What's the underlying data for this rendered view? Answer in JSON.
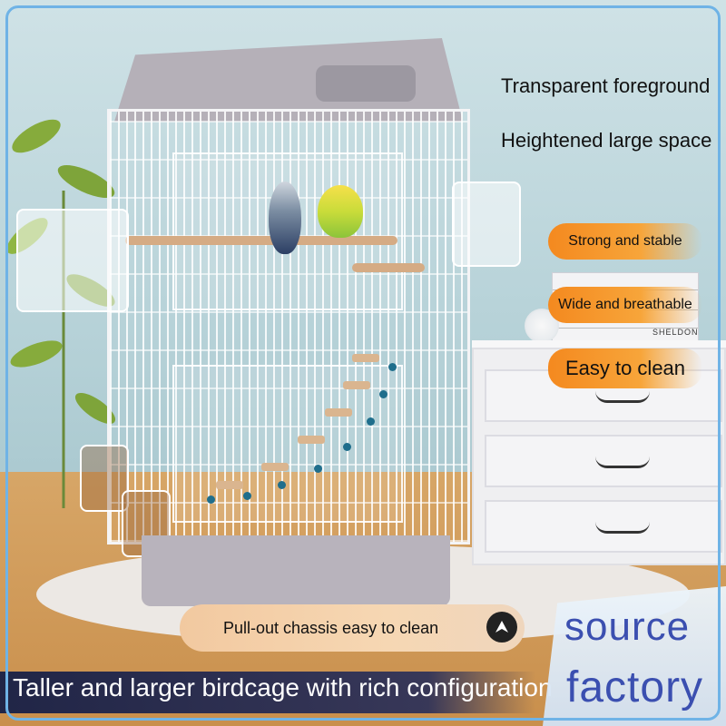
{
  "features": {
    "transparent": "Transparent foreground",
    "heightened": "Heightened large space",
    "strong": "Strong and stable",
    "wide": "Wide and breathable",
    "easy": "Easy to clean"
  },
  "chassis_label": "Pull-out chassis easy to clean",
  "bottom_banner": "Taller and larger birdcage with rich configuration",
  "corner_badge": {
    "line1": "source",
    "line2": "factory"
  },
  "book_label": "SHELDON",
  "colors": {
    "badge_orange": "#f4891f",
    "brand_blue": "#3b4fb0",
    "frame_blue": "#6fb3e6",
    "bead_blue": "#1f6e8c"
  },
  "icons": {
    "chassis": "up-arrow-icon"
  }
}
